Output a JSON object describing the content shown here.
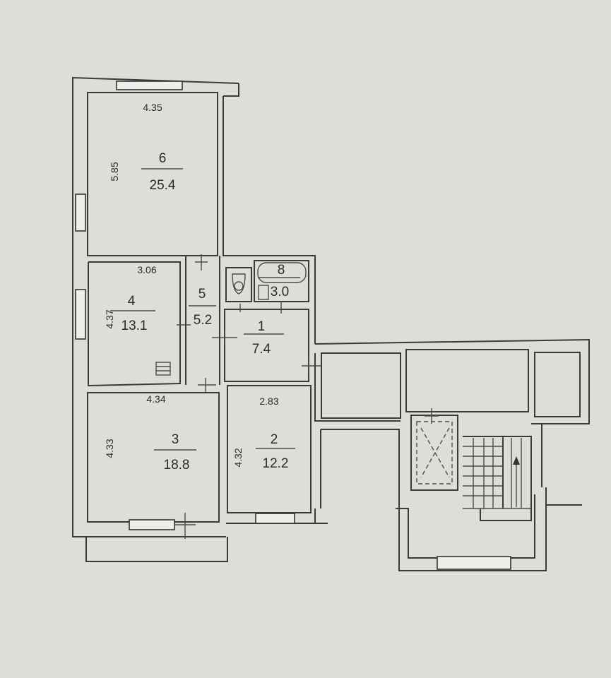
{
  "rooms": [
    {
      "id": "6",
      "number": "6",
      "area": "25.4"
    },
    {
      "id": "4",
      "number": "4",
      "area": "13.1"
    },
    {
      "id": "5",
      "number": "5",
      "area": "5.2"
    },
    {
      "id": "8",
      "number": "8",
      "area": "3.0"
    },
    {
      "id": "1",
      "number": "1",
      "area": "7.4"
    },
    {
      "id": "3",
      "number": "3",
      "area": "18.8"
    },
    {
      "id": "2",
      "number": "2",
      "area": "12.2"
    }
  ],
  "dimensions": {
    "room6_width": "4.35",
    "room6_length": "5.85",
    "room4_width": "3.06",
    "room4_length": "4.37",
    "room3_width": "4.34",
    "room3_length": "4.33",
    "room2_width": "2.83",
    "room2_length": "4.32"
  }
}
